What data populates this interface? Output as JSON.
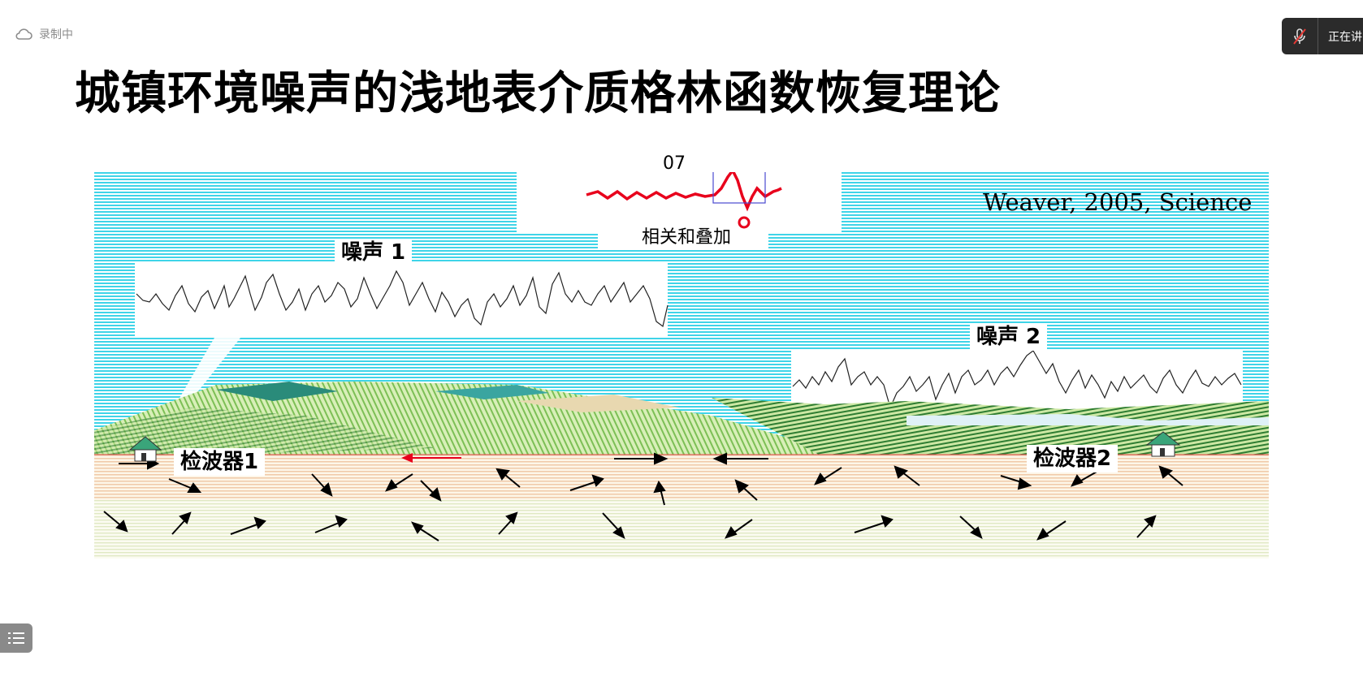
{
  "recording": {
    "label": "录制中",
    "icon": "cloud-icon"
  },
  "speaker": {
    "label": "正在讲",
    "icon": "mic-muted-icon"
  },
  "slide": {
    "title": "城镇环境噪声的浅地表介质格林函数恢复理论"
  },
  "figure": {
    "top_number": "07",
    "correlation_label": "相关和叠加",
    "citation": "Weaver, 2005, Science",
    "noise1_label": "噪声  1",
    "noise2_label": "噪声  2",
    "receiver1_label": "检波器1",
    "receiver2_label": "检波器2",
    "colors": {
      "sky_stripe": "#3fd4e8",
      "correlation_trace": "#e8001c",
      "arrow": "#000000"
    }
  },
  "toc": {
    "icon": "list-icon"
  }
}
